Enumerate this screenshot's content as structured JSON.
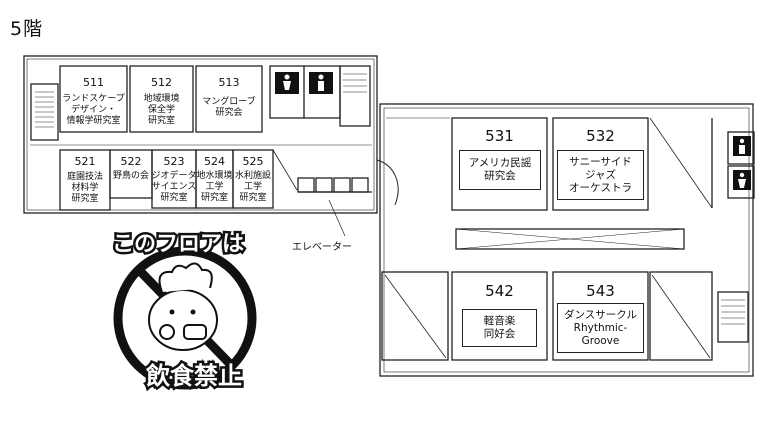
{
  "floor_title": "5階",
  "elevator_label": "エレベーター",
  "notice": {
    "title": "このフロアは",
    "subtitle": "飲食禁止"
  },
  "rooms": {
    "r511": {
      "number": "511",
      "lines": [
        "ランドスケープ",
        "デザイン・",
        "情報学研究室"
      ]
    },
    "r512": {
      "number": "512",
      "lines": [
        "地域環境",
        "保全学",
        "研究室"
      ]
    },
    "r513": {
      "number": "513",
      "lines": [
        "マングローブ",
        "研究会"
      ]
    },
    "r521": {
      "number": "521",
      "lines": [
        "庭園技法",
        "材料学",
        "研究室"
      ]
    },
    "r522": {
      "number": "522",
      "lines": [
        "野鳥の会"
      ]
    },
    "r523": {
      "number": "523",
      "lines": [
        "ジオデータ",
        "サイエンス",
        "研究室"
      ]
    },
    "r524": {
      "number": "524",
      "lines": [
        "地水環境",
        "工学",
        "研究室"
      ]
    },
    "r525": {
      "number": "525",
      "lines": [
        "水利施設",
        "工学",
        "研究室"
      ]
    },
    "r531": {
      "number": "531",
      "lines": [
        "アメリカ民謡",
        "研究会"
      ]
    },
    "r532": {
      "number": "532",
      "lines": [
        "サニーサイド",
        "ジャズ",
        "オーケストラ"
      ]
    },
    "r542": {
      "number": "542",
      "lines": [
        "軽音楽",
        "同好会"
      ]
    },
    "r543": {
      "number": "543",
      "lines": [
        "ダンスサークル",
        "Rhythmic-",
        "Groove"
      ]
    }
  }
}
